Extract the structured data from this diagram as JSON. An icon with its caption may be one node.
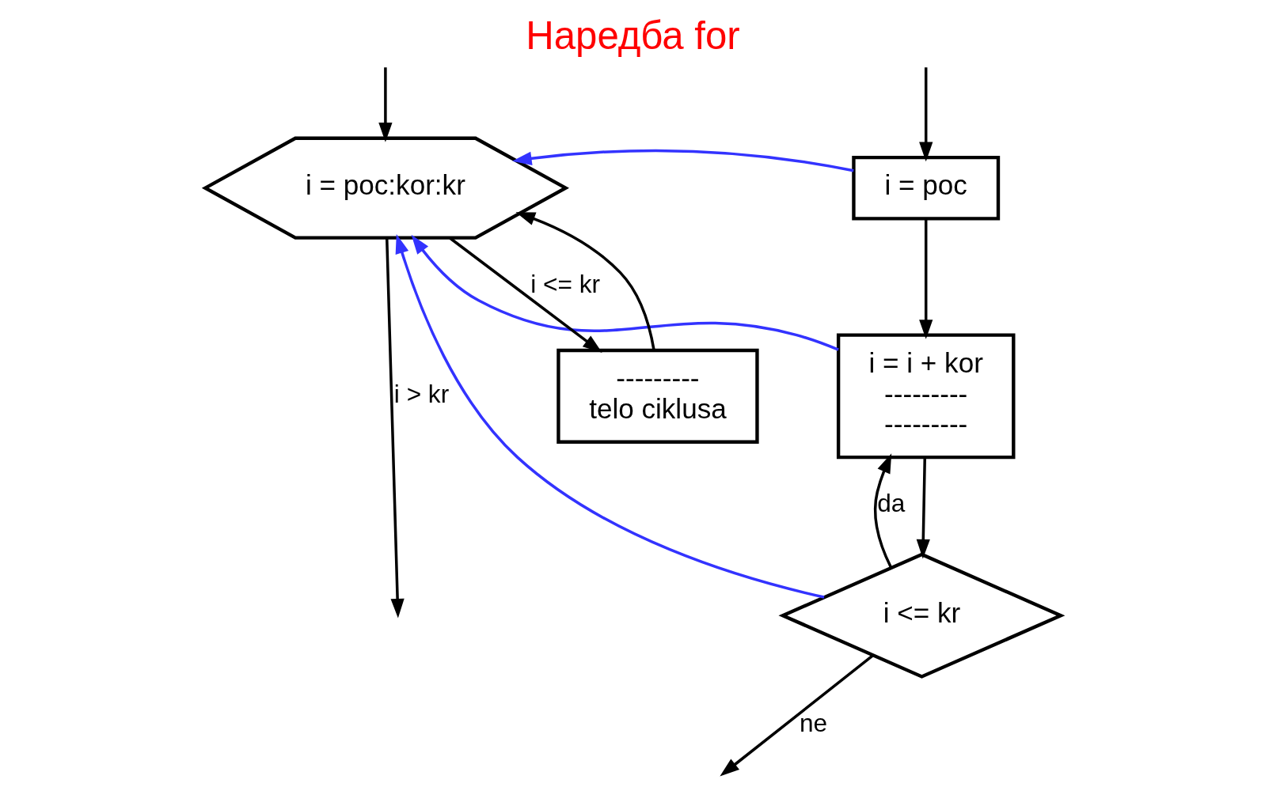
{
  "diagram": {
    "title": "Наредба for",
    "nodes": [
      {
        "text": [
          "i = poc"
        ]
      },
      {
        "text": [
          "i = i + kor",
          "---------",
          "---------"
        ]
      },
      {
        "text": [
          "i <= kr"
        ]
      },
      {
        "text": [
          "i = poc:kor:kr"
        ]
      },
      {
        "text": [
          "---------",
          "telo ciklusa"
        ]
      }
    ],
    "edges": [
      {
        "from": null,
        "to": 0,
        "arrow": "to"
      },
      {
        "from": 0,
        "to": 1,
        "arrow": "to"
      },
      {
        "from": 1,
        "to": 2,
        "arrow": "to"
      },
      {
        "from": 2,
        "to": 1,
        "label": "da",
        "arrow": "to"
      },
      {
        "from": 2,
        "to": null,
        "label": "ne",
        "arrow": "to"
      },
      {
        "from": 3,
        "to": null,
        "label": "i > kr",
        "arrow": "to"
      },
      {
        "from": 3,
        "to": 4,
        "label": "i <= kr",
        "arrow": "to"
      },
      {
        "from": 4,
        "to": 3,
        "arrow": "to"
      },
      {
        "from": null,
        "to": 3,
        "arrow": "to"
      },
      {
        "from": 0,
        "to": 3,
        "arrow": "to",
        "color": "#3333ff"
      },
      {
        "from": 1,
        "to": 3,
        "arrow": "to",
        "color": "#3333ff"
      },
      {
        "from": 2,
        "to": 3,
        "arrow": "to",
        "color": "#3333ff"
      }
    ]
  }
}
